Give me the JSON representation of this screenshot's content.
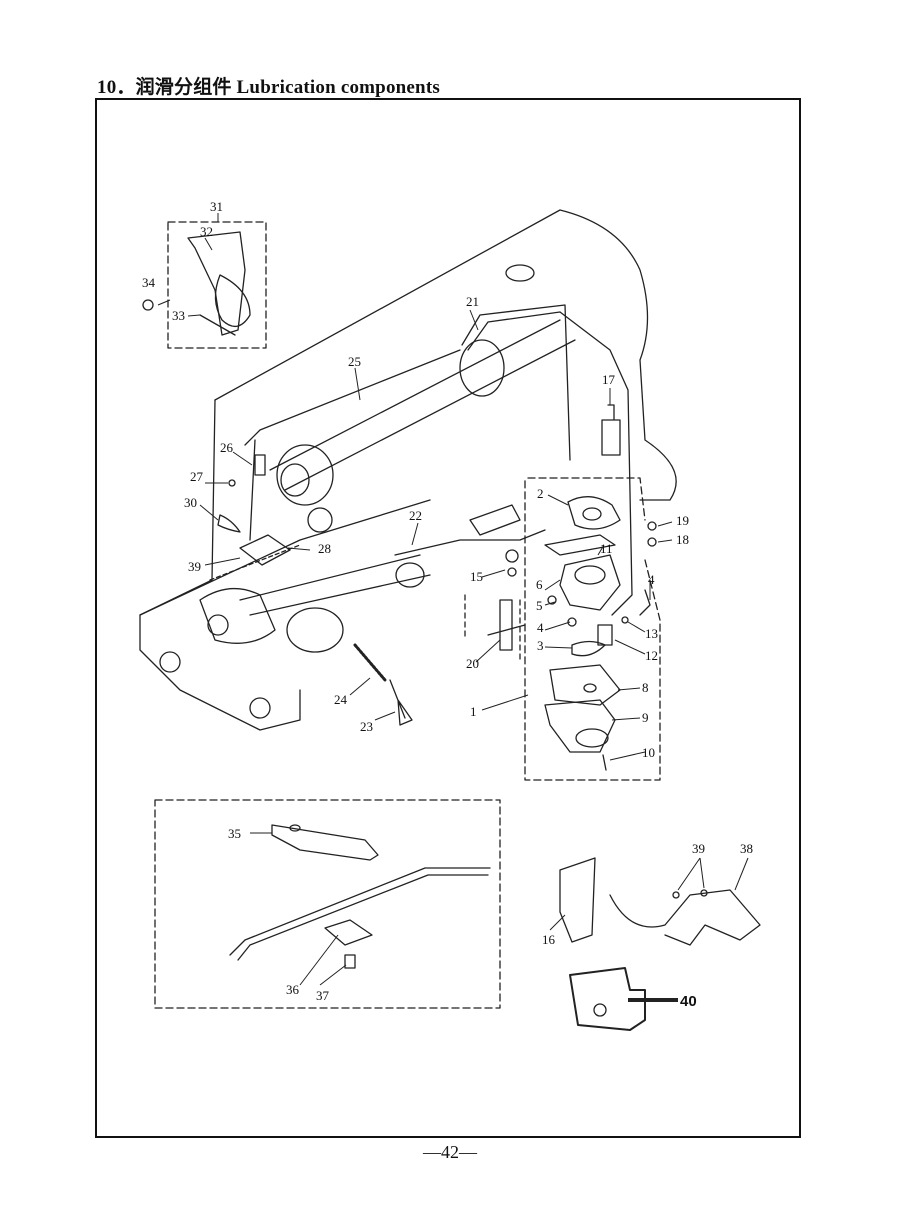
{
  "page": {
    "title": "10．润滑分组件 Lubrication components",
    "page_number": "—42—"
  },
  "callouts": [
    {
      "id": "c1",
      "text": "1"
    },
    {
      "id": "c2",
      "text": "2"
    },
    {
      "id": "c3",
      "text": "3"
    },
    {
      "id": "c4a",
      "text": "4"
    },
    {
      "id": "c4b",
      "text": "4"
    },
    {
      "id": "c5",
      "text": "5"
    },
    {
      "id": "c6",
      "text": "6"
    },
    {
      "id": "c8",
      "text": "8"
    },
    {
      "id": "c9",
      "text": "9"
    },
    {
      "id": "c10",
      "text": "10"
    },
    {
      "id": "c11",
      "text": "11"
    },
    {
      "id": "c12",
      "text": "12"
    },
    {
      "id": "c13",
      "text": "13"
    },
    {
      "id": "c15",
      "text": "15"
    },
    {
      "id": "c16",
      "text": "16"
    },
    {
      "id": "c17",
      "text": "17"
    },
    {
      "id": "c18",
      "text": "18"
    },
    {
      "id": "c19",
      "text": "19"
    },
    {
      "id": "c20",
      "text": "20"
    },
    {
      "id": "c21",
      "text": "21"
    },
    {
      "id": "c22",
      "text": "22"
    },
    {
      "id": "c23",
      "text": "23"
    },
    {
      "id": "c24",
      "text": "24"
    },
    {
      "id": "c25",
      "text": "25"
    },
    {
      "id": "c26",
      "text": "26"
    },
    {
      "id": "c27",
      "text": "27"
    },
    {
      "id": "c28",
      "text": "28"
    },
    {
      "id": "c30",
      "text": "30"
    },
    {
      "id": "c31",
      "text": "31"
    },
    {
      "id": "c32",
      "text": "32"
    },
    {
      "id": "c33",
      "text": "33"
    },
    {
      "id": "c34",
      "text": "34"
    },
    {
      "id": "c35",
      "text": "35"
    },
    {
      "id": "c36",
      "text": "36"
    },
    {
      "id": "c37",
      "text": "37"
    },
    {
      "id": "c38",
      "text": "38"
    },
    {
      "id": "c39a",
      "text": "39"
    },
    {
      "id": "c39b",
      "text": "39"
    },
    {
      "id": "c40",
      "text": "40"
    }
  ]
}
